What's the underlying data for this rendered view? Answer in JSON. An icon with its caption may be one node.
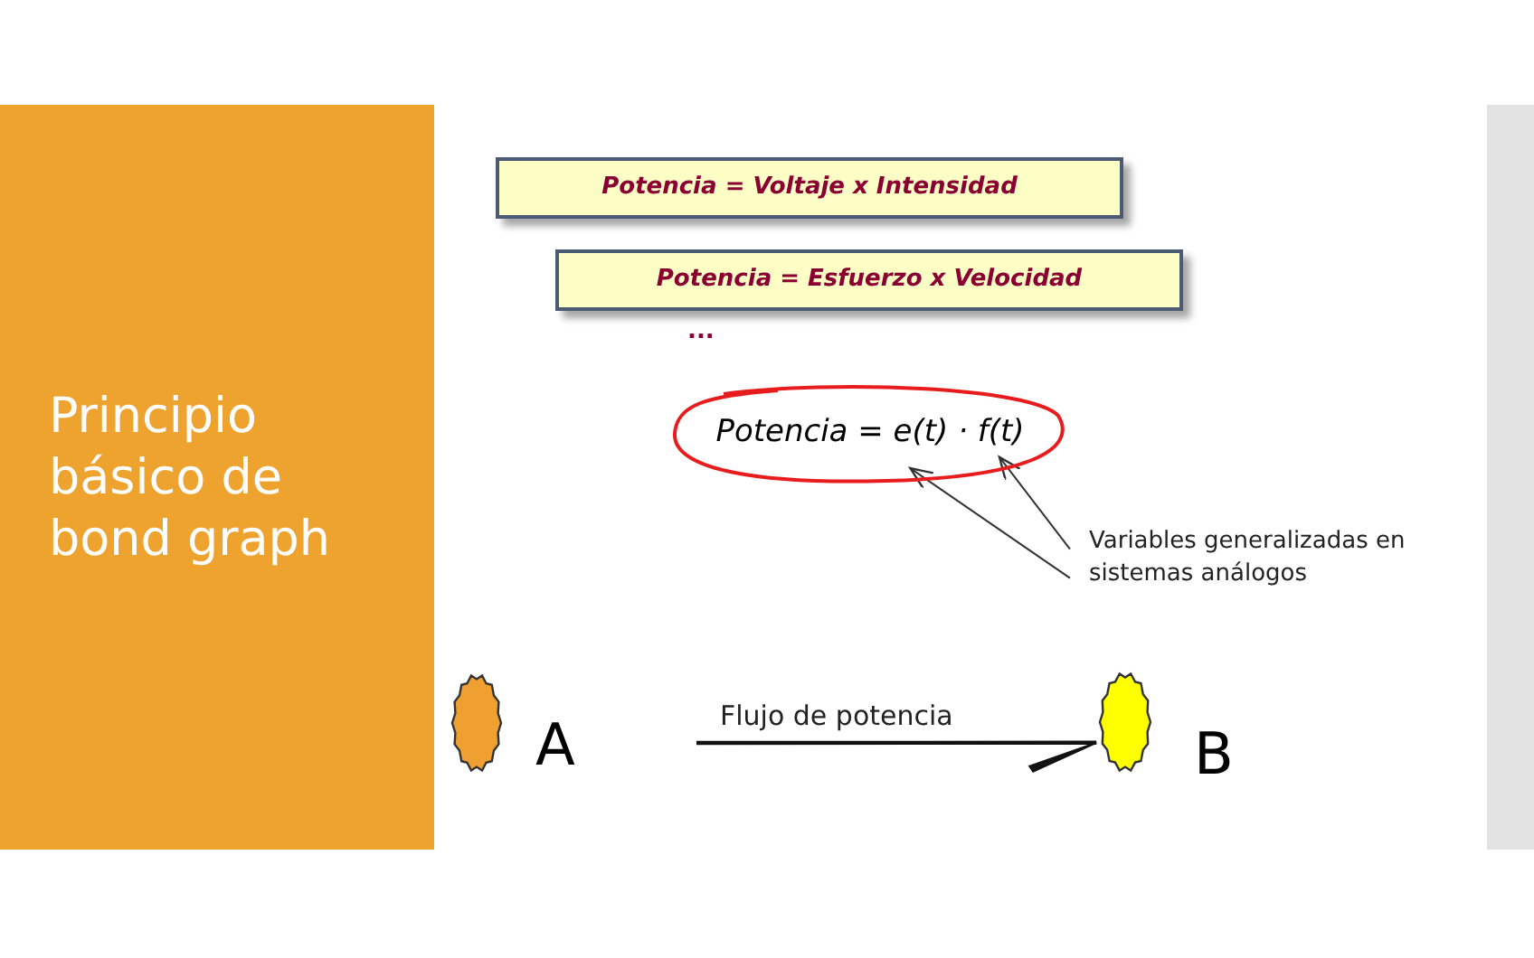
{
  "diagram": {
    "nodes": [
      {
        "text": [
          "Principio básico de bond graph"
        ]
      },
      {
        "text": [
          "Potencia = Voltaje x Intensidad"
        ]
      },
      {
        "text": [
          "Potencia = Esfuerzo x Velocidad"
        ]
      },
      {
        "text": [
          "Potencia = e(t) · f(t)"
        ]
      },
      {
        "text": [
          "Variables generalizadas en sistemas análogos"
        ]
      },
      {
        "text": [],
        "shape": "cloud",
        "beside": [
          "A"
        ]
      },
      {
        "text": [],
        "shape": "cloud",
        "beside": [
          "B"
        ]
      },
      {
        "text": [],
        "shape": "bar"
      }
    ],
    "edges": [
      {
        "from": 4,
        "to": 3,
        "arrow": "to"
      },
      {
        "from": 4,
        "to": 3,
        "arrow": "to"
      },
      {
        "from": null,
        "to": 6,
        "arrow": "other",
        "label": "Flujo de potencia"
      }
    ],
    "labels": [
      "..."
    ]
  }
}
